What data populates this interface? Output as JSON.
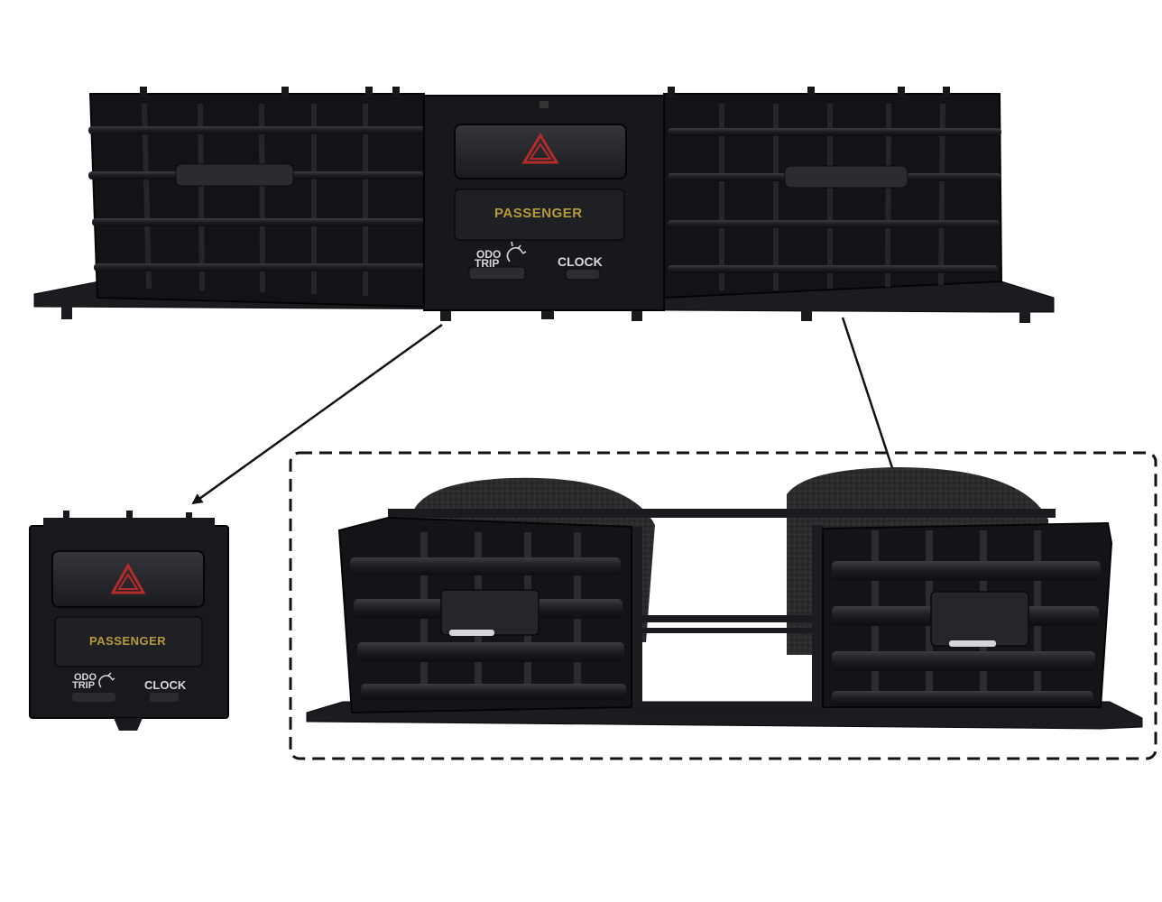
{
  "main_unit": {
    "passenger_label": "PASSENGER",
    "odo_label": "ODO",
    "trip_label": "TRIP",
    "clock_label": "CLOCK"
  },
  "detail_unit": {
    "passenger_label": "PASSENGER",
    "odo_label": "ODO",
    "trip_label": "TRIP",
    "clock_label": "CLOCK"
  },
  "colors": {
    "plastic": "#16171b",
    "plastic_highlight": "#2c2e33",
    "hazard_triangle": "#b52a2a",
    "passenger_text": "#b79a3a",
    "button_text": "#d8d8d8",
    "foam": "#2a2a2c",
    "dashed_box": "#111111",
    "arrow": "#111111"
  },
  "icons": {
    "hazard": "hazard-triangle-icon",
    "brightness": "dimmer-dial-icon"
  }
}
